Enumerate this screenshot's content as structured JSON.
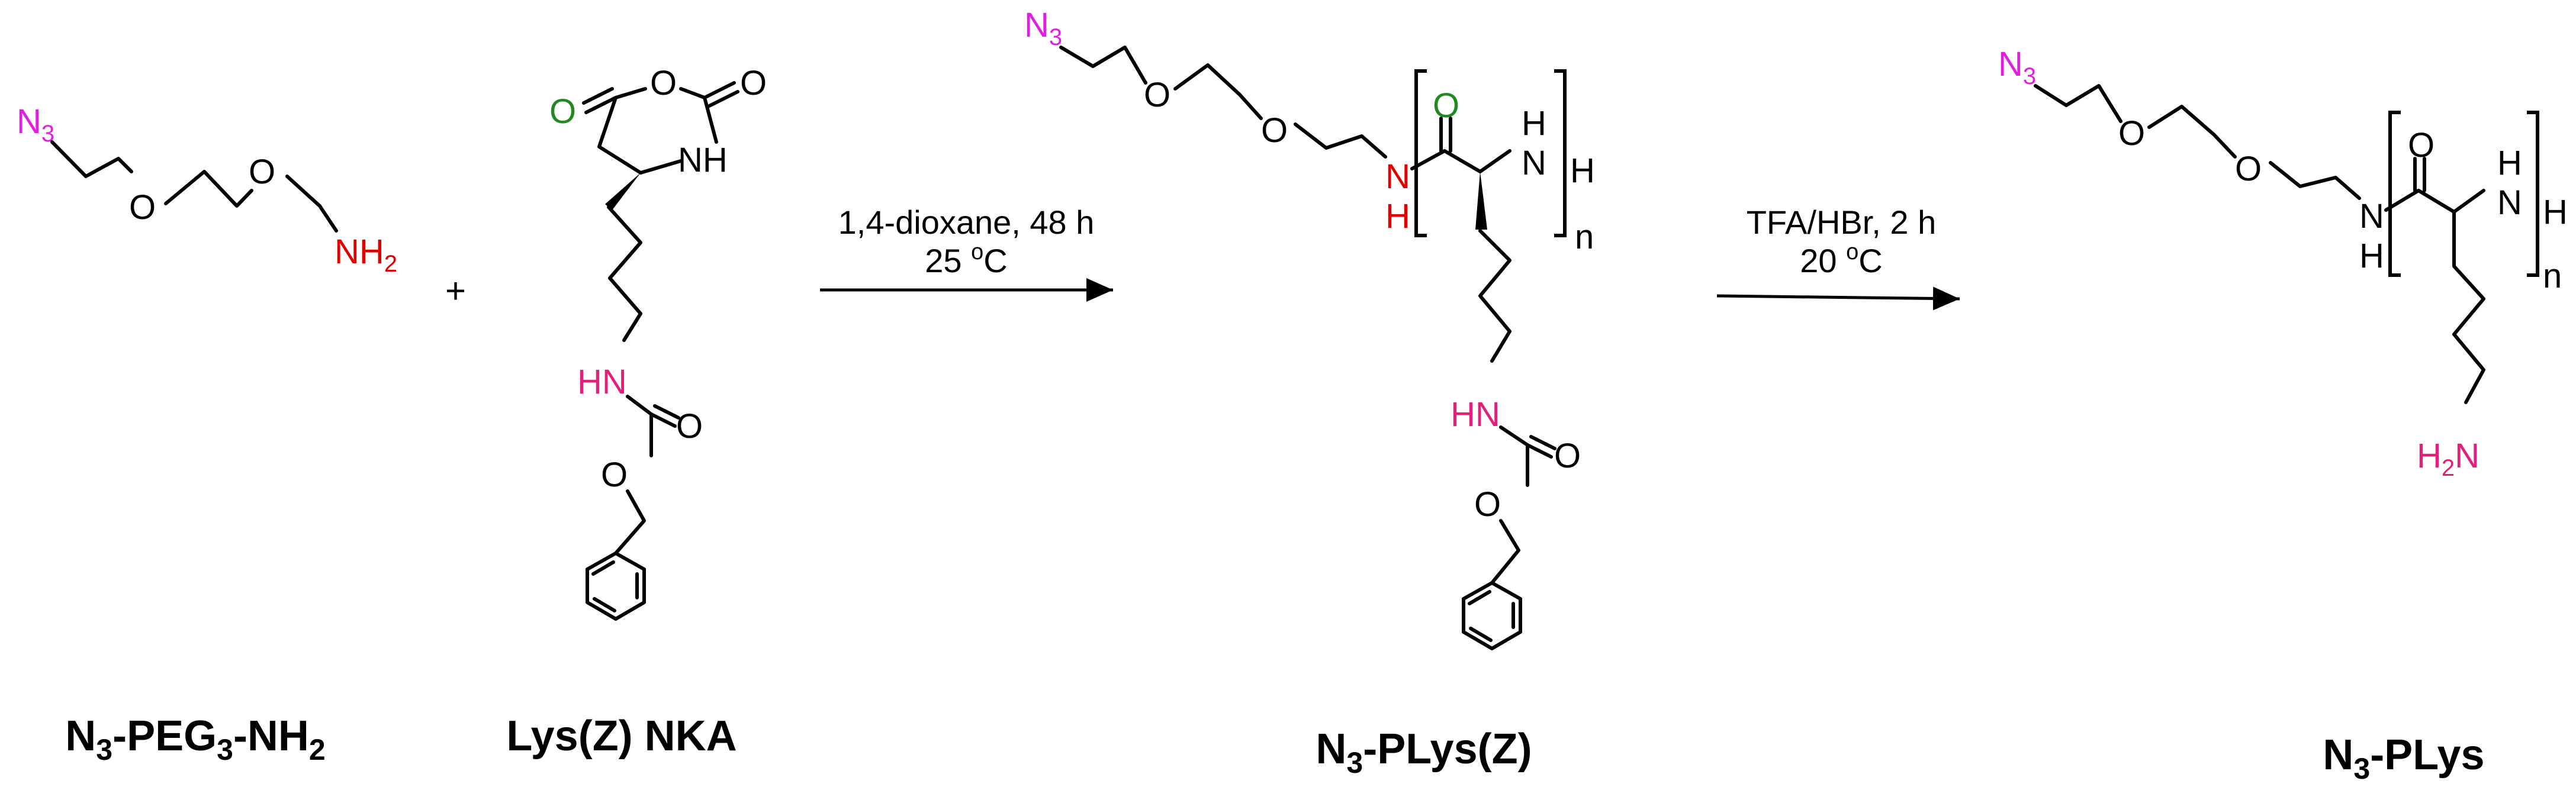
{
  "colors": {
    "azide": "#e020e0",
    "amine": "#e00000",
    "carbonyl": "#208a20",
    "carbamate": "#e0207a",
    "black": "#000000"
  },
  "atoms": {
    "n3": "N",
    "n3_sub": "3",
    "nh2": "NH",
    "nh2_sub": "2",
    "h2n_h": "H",
    "h2n_sub": "2",
    "h2n_n": "N",
    "o": "O",
    "nh": "NH",
    "hn": "HN",
    "n": "N",
    "h": "H",
    "rep_n": "n"
  },
  "compounds": {
    "c1": {
      "part1": "N",
      "sub1": "3",
      "part2": "-PEG",
      "sub2": "3",
      "part3": "-NH",
      "sub3": "2"
    },
    "c2": {
      "label": "Lys(Z) NKA"
    },
    "c3": {
      "part1": "N",
      "sub1": "3",
      "part2": "-PLys(Z)"
    },
    "c4": {
      "part1": "N",
      "sub1": "3",
      "part2": "-PLys"
    }
  },
  "plus": "+",
  "step1": {
    "line1": "1,4-dioxane, 48 h",
    "line2_a": "25 ",
    "line2_sup": "o",
    "line2_b": "C"
  },
  "step2": {
    "line1": "TFA/HBr, 2 h",
    "line2_a": "20 ",
    "line2_sup": "o",
    "line2_b": "C"
  }
}
